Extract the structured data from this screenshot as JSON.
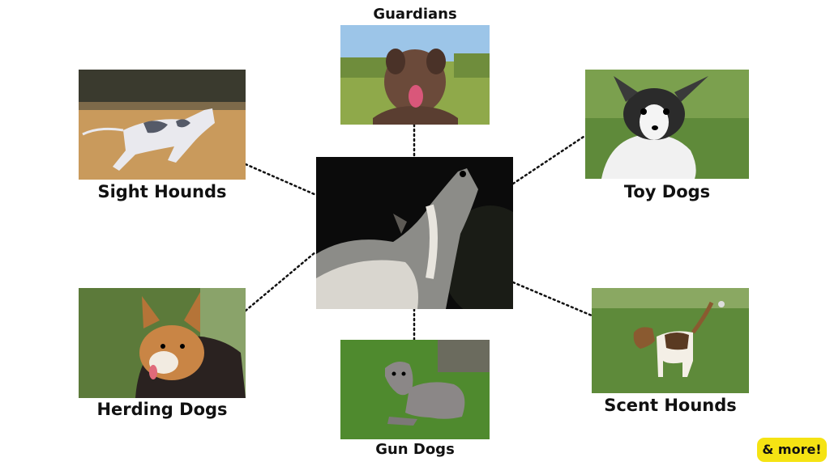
{
  "categories": [
    {
      "id": "guardians",
      "label": "Guardians"
    },
    {
      "id": "sight-hounds",
      "label": "Sight Hounds"
    },
    {
      "id": "toy-dogs",
      "label": "Toy Dogs"
    },
    {
      "id": "herding-dogs",
      "label": "Herding Dogs"
    },
    {
      "id": "scent-hounds",
      "label": "Scent Hounds"
    },
    {
      "id": "gun-dogs",
      "label": "Gun Dogs"
    }
  ],
  "badge": "& more!",
  "colors": {
    "badge": "#f5e313",
    "connector": "#111111",
    "label": "#111111"
  }
}
